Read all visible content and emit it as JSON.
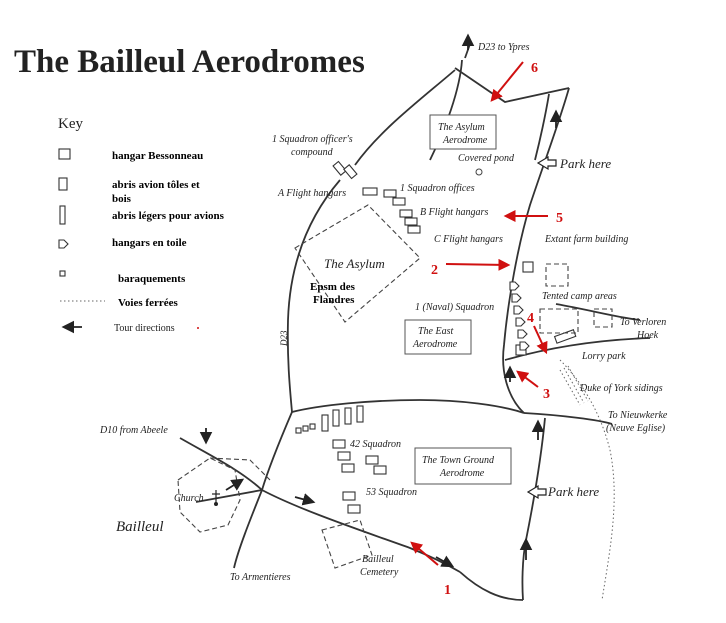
{
  "title": "The Bailleul Aerodromes",
  "key": {
    "heading": "Key",
    "items": [
      {
        "label": "hangar Bessonneau",
        "icon": "square-icon"
      },
      {
        "label": "abris avion tôles et",
        "label2": "bois",
        "icon": "tall-rect-icon"
      },
      {
        "label": "abris légers pour avions",
        "icon": "narrow-rect-icon"
      },
      {
        "label": "hangars en toile",
        "icon": "tent-icon"
      },
      {
        "label": "baraquements",
        "icon": "small-square-icon"
      },
      {
        "label": "Voies ferrées",
        "icon": "dotted-line-icon"
      },
      {
        "label": "Tour directions",
        "icon": "arrow-left-icon"
      }
    ]
  },
  "labels": {
    "d23_ypres": "D23 to Ypres",
    "asylum_aero_1": "The Asylum",
    "asylum_aero_2": "Aerodrome",
    "covered_pond": "Covered pond",
    "park_here_top": "Park here",
    "officers_1": "1 Squadron officer's",
    "officers_2": "compound",
    "sq1_offices": "1 Squadron offices",
    "a_flight": "A Flight hangars",
    "b_flight": "B Flight hangars",
    "c_flight": "C Flight hangars",
    "farm": "Extant farm building",
    "asylum": "The Asylum",
    "epsm_1": "Epsm des",
    "epsm_2": "Flandres",
    "tented": "Tented camp areas",
    "naval": "1 (Naval) Squadron",
    "verloren_1": "To Verloren",
    "verloren_2": "Hoek",
    "east_aero_1": "The East",
    "east_aero_2": "Aerodrome",
    "lorry": "Lorry park",
    "d23": "D23",
    "duke": "Duke of York sidings",
    "nieuwkerke_1": "To Nieuwkerke",
    "nieuwkerke_2": "(Neuve Eglise)",
    "d10": "D10 from Abeele",
    "sq42": "42 Squadron",
    "town_aero_1": "The Town Ground",
    "town_aero_2": "Aerodrome",
    "church": "Church",
    "park_here_bottom": "Park here",
    "sq53": "53 Squadron",
    "bailleul": "Bailleul",
    "cemetery_1": "Bailleul",
    "cemetery_2": "Cemetery",
    "armentieres": "To Armentieres"
  },
  "tour_markers": [
    "1",
    "2",
    "3",
    "4",
    "5",
    "6"
  ],
  "colors": {
    "tour_arrow": "#d01010",
    "ink": "#222222"
  }
}
